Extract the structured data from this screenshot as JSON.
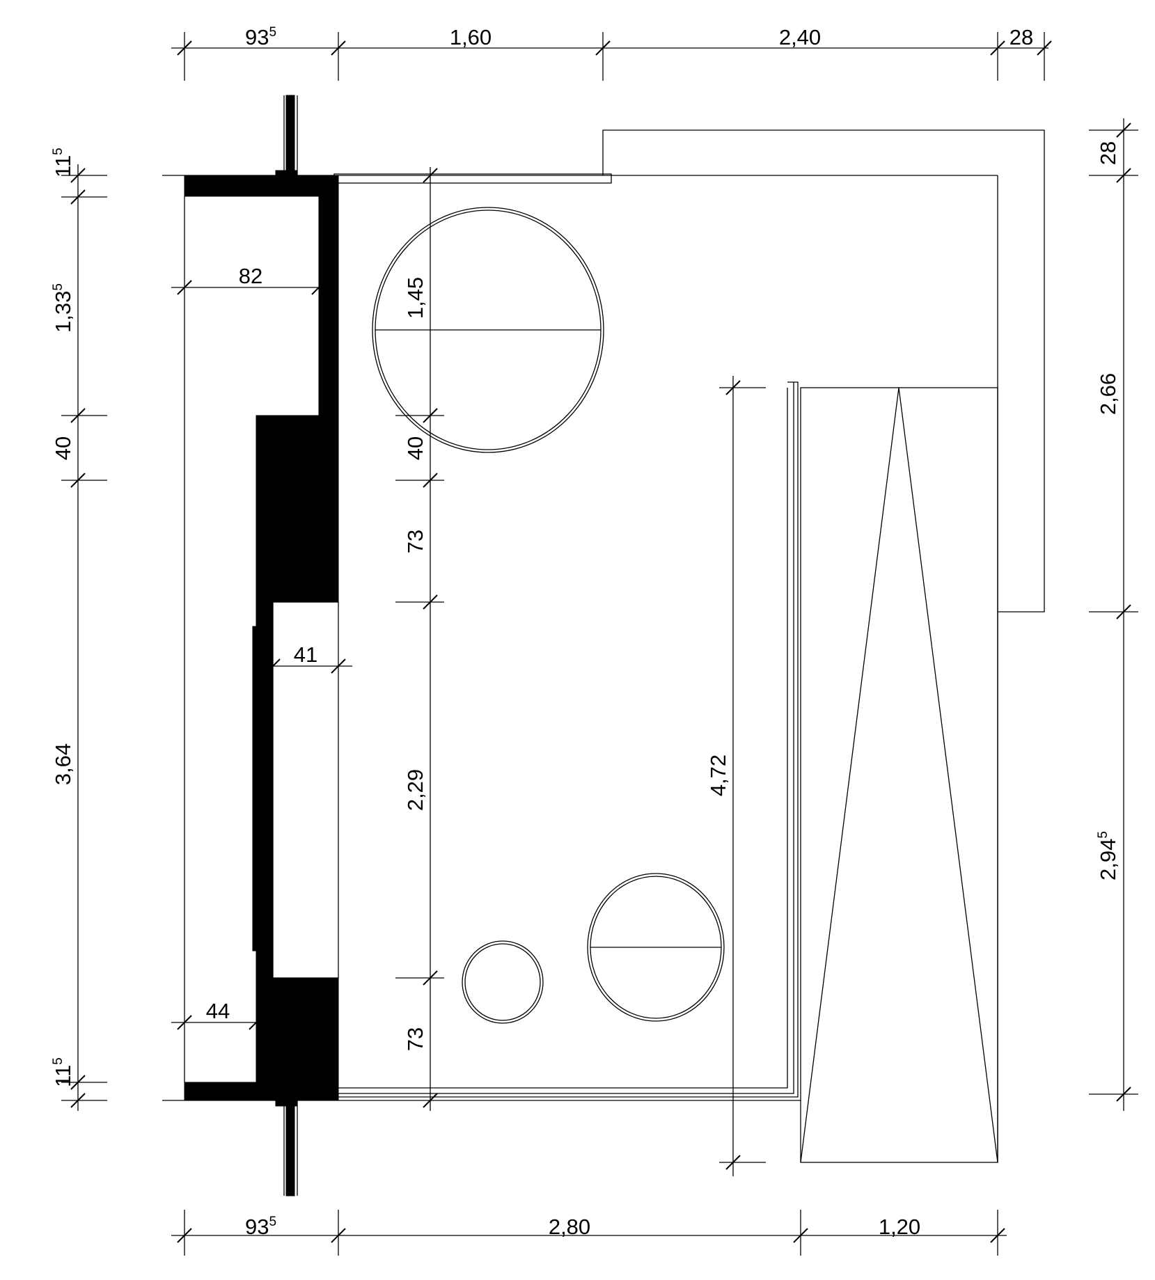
{
  "dimensions": {
    "top": [
      {
        "id": "top-1",
        "value": "93",
        "sup": "5"
      },
      {
        "id": "top-2",
        "value": "1,60",
        "sup": ""
      },
      {
        "id": "top-3",
        "value": "2,40",
        "sup": ""
      },
      {
        "id": "top-4",
        "value": "28",
        "sup": ""
      }
    ],
    "bottom": [
      {
        "id": "bottom-1",
        "value": "93",
        "sup": "5"
      },
      {
        "id": "bottom-2",
        "value": "2,80",
        "sup": ""
      },
      {
        "id": "bottom-3",
        "value": "1,20",
        "sup": ""
      }
    ],
    "left": [
      {
        "id": "left-1",
        "value": "11",
        "sup": "5"
      },
      {
        "id": "left-2",
        "value": "1,33",
        "sup": "5"
      },
      {
        "id": "left-3",
        "value": "40",
        "sup": ""
      },
      {
        "id": "left-4",
        "value": "3,64",
        "sup": ""
      },
      {
        "id": "left-5",
        "value": "11",
        "sup": "5"
      }
    ],
    "right": [
      {
        "id": "right-1",
        "value": "28",
        "sup": ""
      },
      {
        "id": "right-2",
        "value": "2,66",
        "sup": ""
      },
      {
        "id": "right-3",
        "value": "2,94",
        "sup": "5"
      }
    ],
    "interior_column": [
      {
        "id": "col-1",
        "value": "1,45",
        "sup": ""
      },
      {
        "id": "col-2",
        "value": "40",
        "sup": ""
      },
      {
        "id": "col-3",
        "value": "73",
        "sup": ""
      },
      {
        "id": "col-4",
        "value": "2,29",
        "sup": ""
      },
      {
        "id": "col-5",
        "value": "73",
        "sup": ""
      }
    ],
    "interior": {
      "width_82": "82",
      "width_41": "41",
      "width_44": "44",
      "length_472": "4,72"
    }
  }
}
